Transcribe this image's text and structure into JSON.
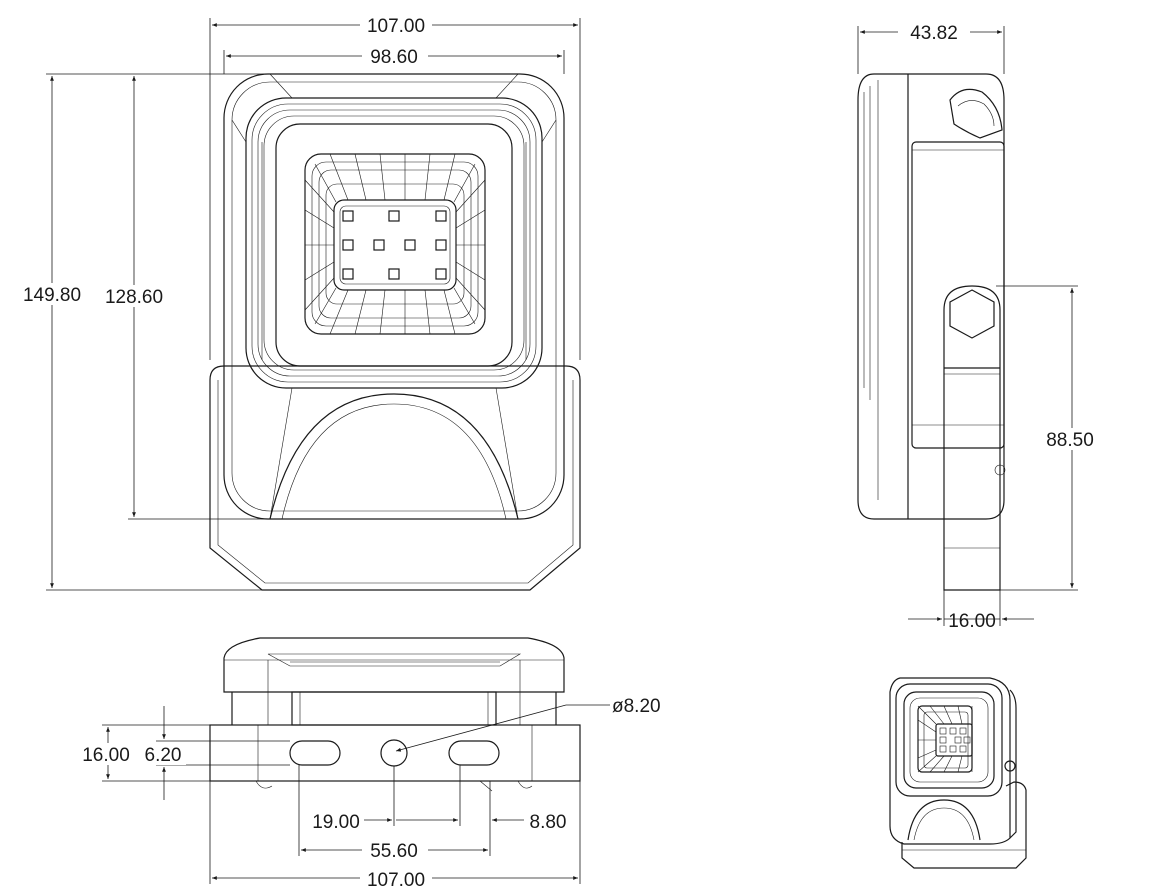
{
  "dimensions": {
    "front_width_outer": "107.00",
    "front_width_inner": "98.60",
    "front_height_outer": "149.80",
    "front_height_inner": "128.60",
    "side_depth": "43.82",
    "side_bracket_height": "88.50",
    "side_bracket_width": "16.00",
    "bottom_hole_diameter": "ø8.20",
    "bottom_bracket_height": "16.00",
    "bottom_slot_height": "6.20",
    "bottom_slot_center": "19.00",
    "bottom_slot_edge": "8.80",
    "bottom_slot_span": "55.60",
    "bottom_width": "107.00"
  },
  "colors": {
    "line": "#1a1a1a",
    "background": "#ffffff"
  }
}
